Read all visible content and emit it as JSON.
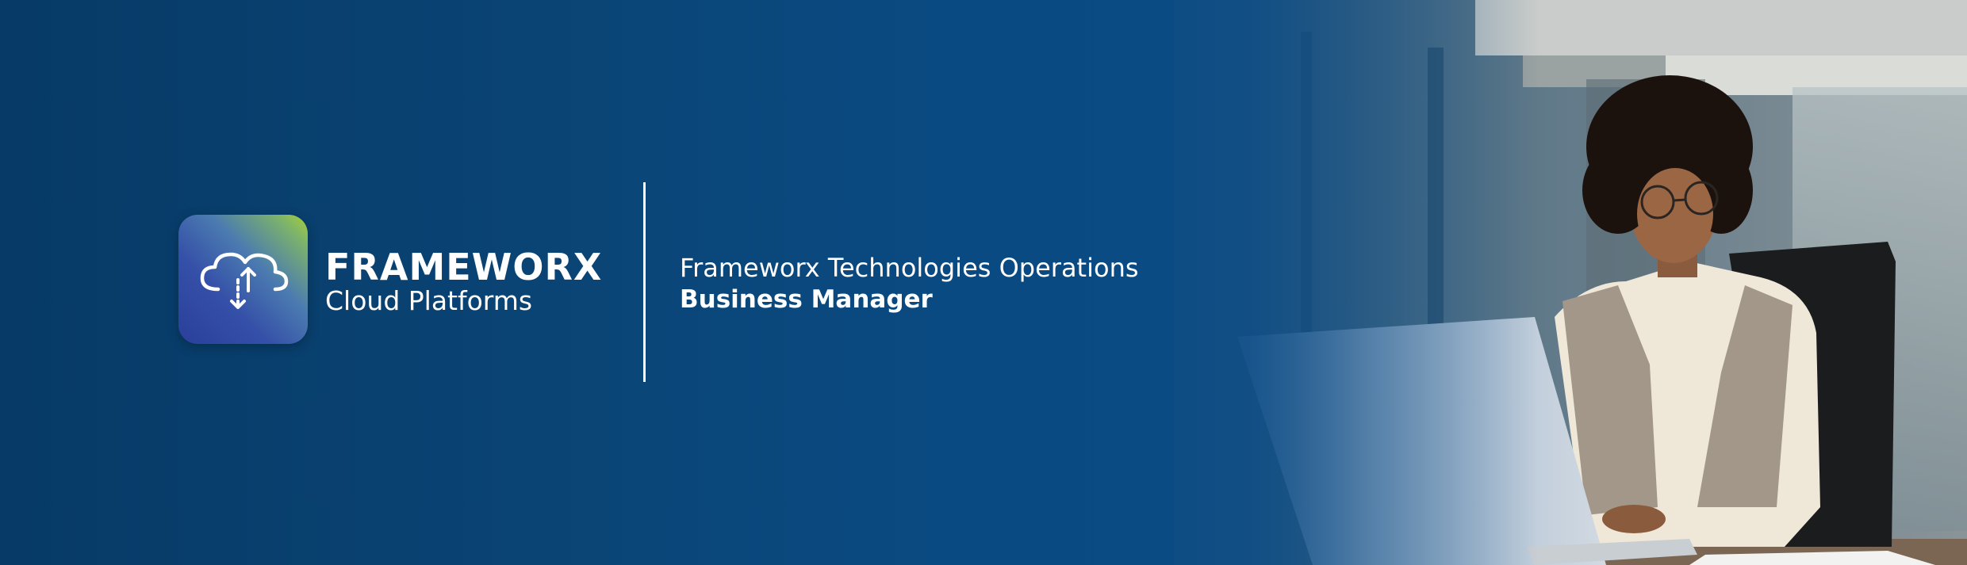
{
  "brand": {
    "name": "FRAMEWORX",
    "subtitle": "Cloud Platforms"
  },
  "tagline": {
    "line1": "Frameworx Technologies Operations",
    "line2": "Business Manager"
  },
  "icons": {
    "logo": "cloud-sync-icon"
  },
  "colors": {
    "background": "#0a4576",
    "logo_gradient_start": "#2a3f9a",
    "logo_gradient_end": "#a6cf3c",
    "text": "#ffffff"
  }
}
